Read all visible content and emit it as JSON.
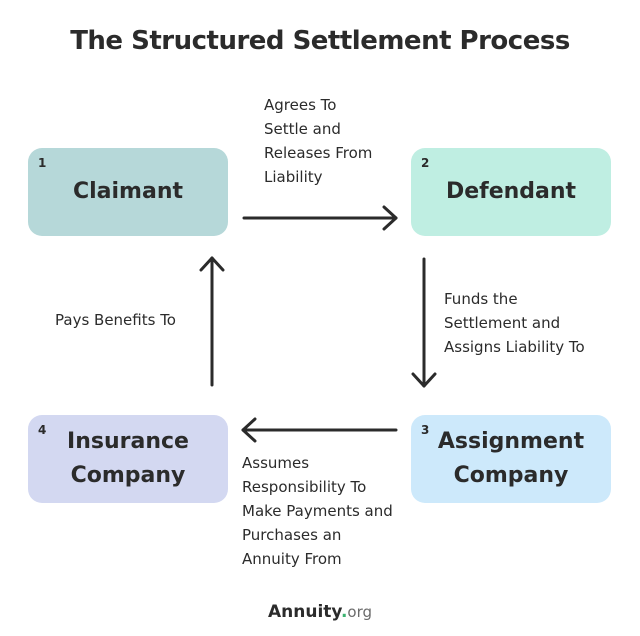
{
  "title": "The Structured Settlement Process",
  "nodes": [
    {
      "number": "1",
      "label": "Claimant",
      "color": "#b6d8d9"
    },
    {
      "number": "2",
      "label": "Defendant",
      "color": "#bfeee2"
    },
    {
      "number": "3",
      "label": "Assignment\nCompany",
      "color": "#cde9fb"
    },
    {
      "number": "4",
      "label": "Insurance\nCompany",
      "color": "#d3d8f1"
    }
  ],
  "edges": [
    {
      "from": "Claimant",
      "to": "Defendant",
      "label": "Agrees To\nSettle and\nReleases From\nLiability"
    },
    {
      "from": "Defendant",
      "to": "Assignment Company",
      "label": "Funds the\nSettlement and\nAssigns Liability To"
    },
    {
      "from": "Assignment Company",
      "to": "Insurance Company",
      "label": "Assumes\nResponsibility To\nMake Payments and\nPurchases an\nAnnuity From"
    },
    {
      "from": "Insurance Company",
      "to": "Claimant",
      "label": "Pays Benefits To"
    }
  ],
  "footer": {
    "brand": "Annuity",
    "dot": ".",
    "suffix": "org",
    "dot_color": "#3cb371"
  }
}
